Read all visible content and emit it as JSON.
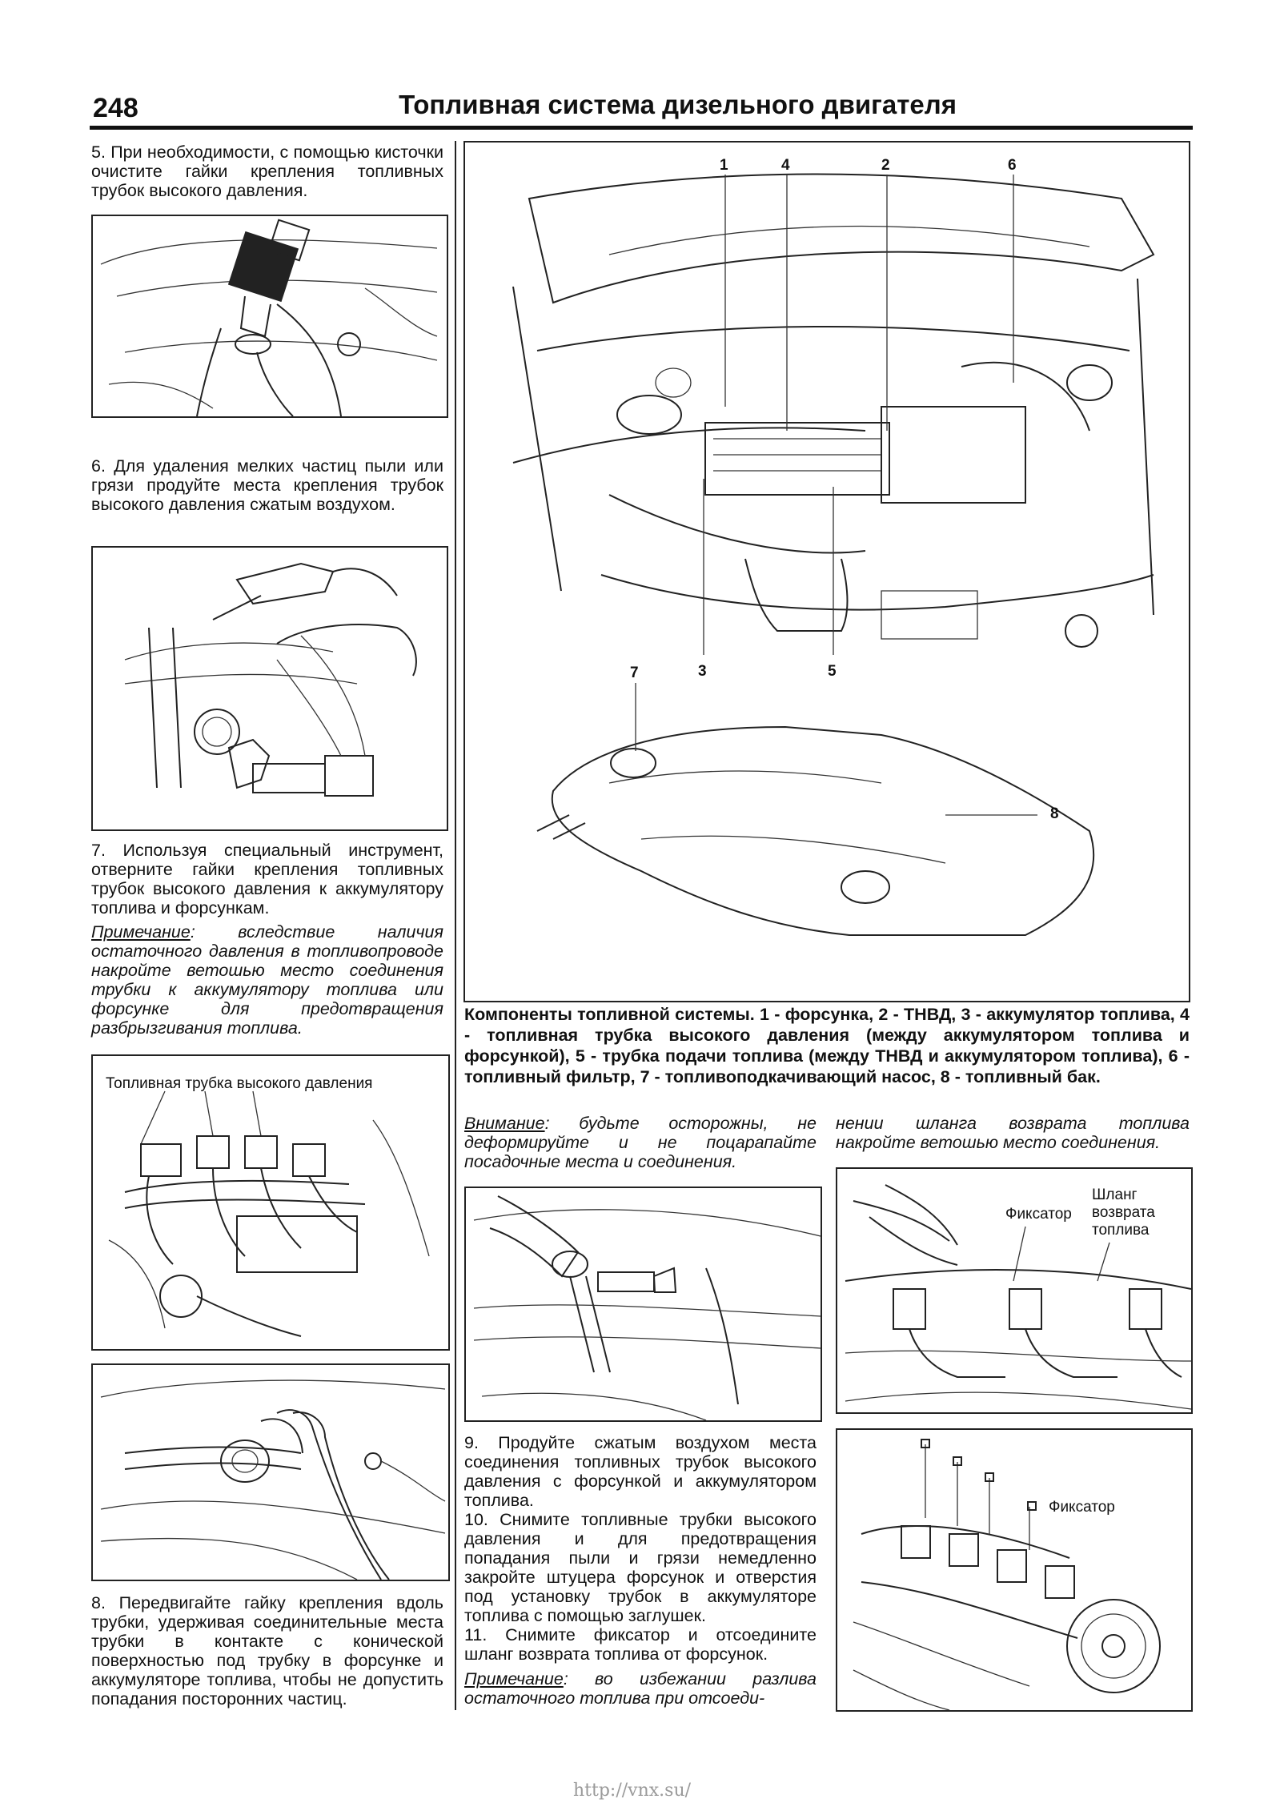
{
  "header": {
    "page_number": "248",
    "title": "Топливная система дизельного двигателя"
  },
  "left": {
    "step5": "5. При необходимости, с помощью кисточки очистите гайки крепления топливных трубок высокого давления.",
    "step6": "6. Для удаления мелких частиц пыли или грязи продуйте места крепления трубок высокого давления сжатым воздухом.",
    "step7": "7. Используя специальный инструмент, отверните гайки крепления топливных трубок высокого давления к аккумулятору топлива и форсункам.",
    "note7_label": "Примечание",
    "note7_text": ": вследствие наличия остаточного давления в топливопроводе накройте ветошью место соединения трубки к аккумулятору топлива или форсунке для предотвращения разбрызгивания топлива.",
    "fig_hp_label": "Топливная трубка высокого давления",
    "step8": "8. Передвигайте гайку крепления вдоль трубки, удерживая соединительные места трубки в контакте с конической поверхностью под трубку в форсунке и аккумуляторе топлива, чтобы не допустить попадания посторонних частиц."
  },
  "main_figure": {
    "callouts_top": [
      "1",
      "4",
      "2",
      "6"
    ],
    "callouts_bottom": [
      "3",
      "5"
    ],
    "callout_tank_pump": "7",
    "callout_tank": "8",
    "caption": "Компоненты топливной системы. 1 - форсунка, 2 - ТНВД, 3 - аккумулятор топлива, 4 - топливная трубка высокого давления (между аккумулятором топлива и форсункой), 5 - трубка подачи топлива (между ТНВД и аккумулятором топлива), 6 - топливный фильтр, 7 - топливоподкачивающий насос, 8 - топливный бак."
  },
  "middle": {
    "warning_label": "Внимание",
    "warning_text": ": будьте осторожны, не деформируйте и не поцарапайте посадочные места и соединения.",
    "step9": "9. Продуйте сжатым воздухом места соединения топливных трубок высокого давления с форсункой и аккумулятором топлива.",
    "step10": "10. Снимите топливные трубки высокого давления и для предотвращения попадания пыли и грязи немедленно закройте штуцера форсунок и отверстия под установку трубок в аккумуляторе топлива с помощью заглушек.",
    "step11": "11. Снимите фиксатор и отсоедините шланг возврата топлива от форсунок.",
    "note11_label": "Примечание",
    "note11_text": ": во избежании разлива остаточного топлива при отсоеди-"
  },
  "right": {
    "note_cont": "нении шланга возврата топлива накройте ветошью место соединения.",
    "fig_return_fixator": "Фиксатор",
    "fig_return_hose": "Шланг возврата топлива",
    "fig_engine_fixator": "Фиксатор"
  },
  "footer": {
    "url": "http://vnx.su/"
  }
}
